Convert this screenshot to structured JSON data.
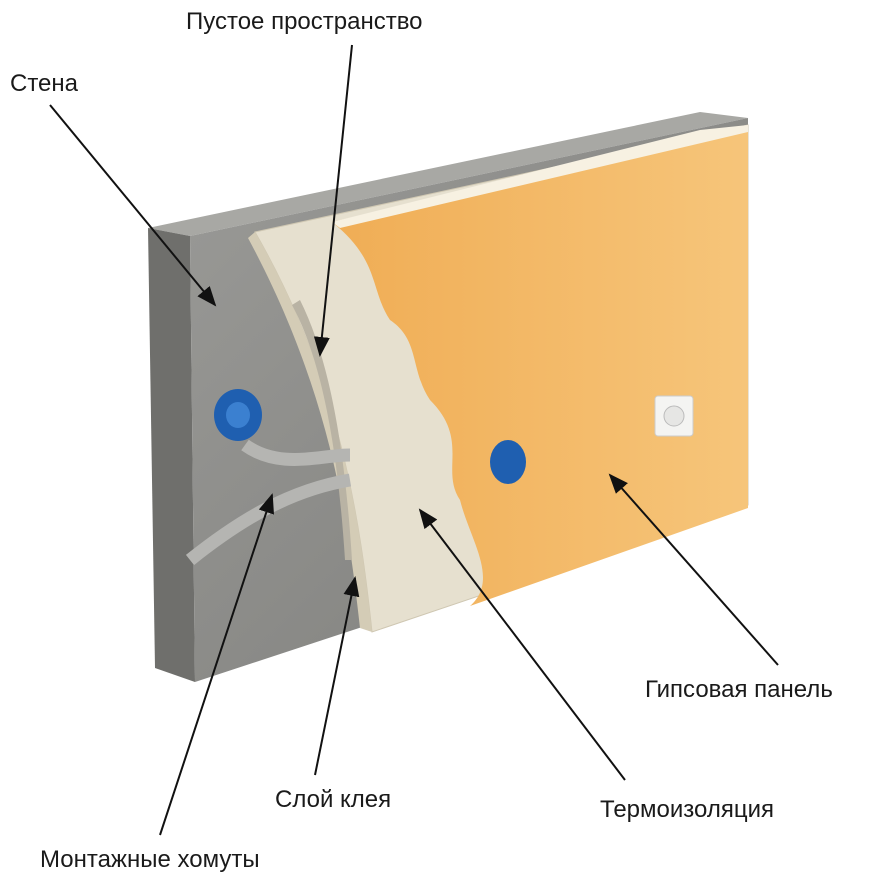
{
  "labels": {
    "empty_space": "Пустое пространство",
    "wall": "Стена",
    "gypsum_panel": "Гипсовая панель",
    "glue_layer": "Слой клея",
    "insulation": "Термоизоляция",
    "mounting_clamps": "Монтажные хомуты"
  },
  "colors": {
    "concrete": "#8f8f8d",
    "insulation": "#e8e2d2",
    "panel": "#f2b35c",
    "box": "#1f5fb0"
  }
}
